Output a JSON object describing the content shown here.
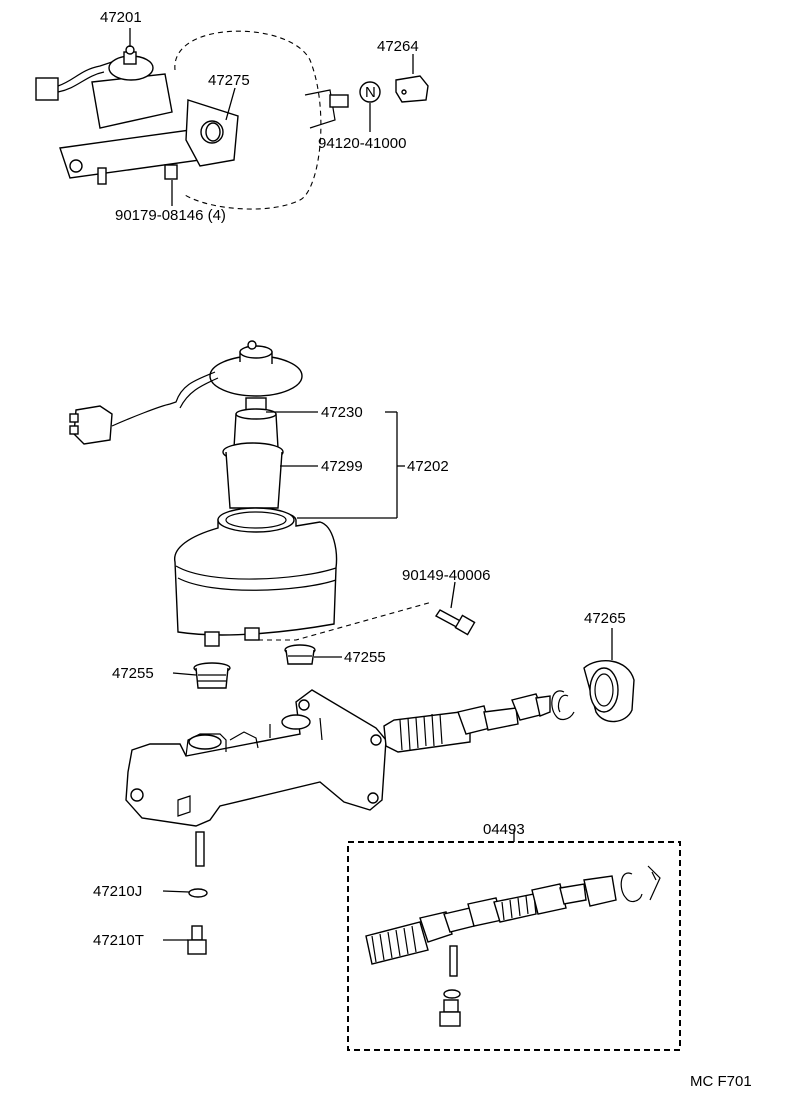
{
  "labels": {
    "p47201": "47201",
    "p47264": "47264",
    "p47275": "47275",
    "p94120": "94120-41000",
    "p90179": "90179-08146 (4)",
    "noteN": "N",
    "p47230": "47230",
    "p47299": "47299",
    "p47202": "47202",
    "p90149": "90149-40006",
    "p47265": "47265",
    "p47255a": "47255",
    "p47255b": "47255",
    "p04493": "04493",
    "p47210J": "47210J",
    "p47210T": "47210T",
    "code": "MC F701"
  }
}
